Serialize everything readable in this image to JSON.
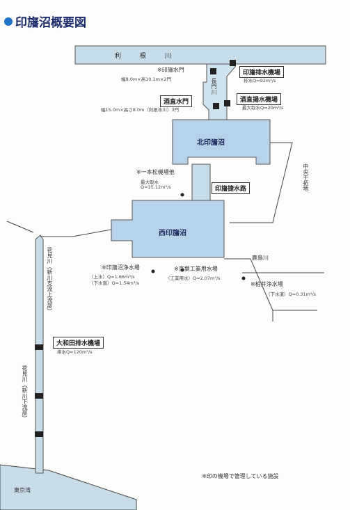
{
  "title": "印旛沼概要図",
  "rivers": {
    "tone": "利 根 川",
    "nagato": "長門川",
    "hanami_vertical": "花見川（新川支流上流部）",
    "hanami_lower": "花見川（新川下流部）",
    "kashima": "鹿島川",
    "nakachiba": "中央干拓地",
    "tokyo_bay": "東京湾"
  },
  "facilities": {
    "inba_sluice": {
      "label": "※印旛水門",
      "spec": "幅9.0m×高10.1m×2門"
    },
    "inba_pump": {
      "label": "印旛排水機場",
      "spec": "排水Q=92m³/s"
    },
    "sakai_sluice": {
      "label": "酒直水門",
      "spec": "幅15.0m×高さ8.0m（利根本川）3門"
    },
    "sakai_pump": {
      "label": "酒直揚水機場",
      "spec": "最大取水Q=20m³/s"
    },
    "north_pool": {
      "label": "北印旛沼"
    },
    "intake_channel": {
      "label": "印旛捷水路"
    },
    "ichimoto_pump": {
      "label": "※一本松機場他",
      "spec1": "最大取水",
      "spec2": "Q=15.12m³/s"
    },
    "west_pool": {
      "label": "西印旛沼"
    },
    "inba_water_plant": {
      "label": "※印旛沼浄水場",
      "spec1": "（上水）Q=1.66m³/s",
      "spec2": "（下水道）Q=1.54m³/s"
    },
    "kyoto_plant": {
      "label": "※京葉工業用水場",
      "spec": "（工業用水）Q=2.07m³/s"
    },
    "kashiwai_plant": {
      "label": "※柏井浄水場",
      "spec": "（下水道）Q=0.31m³/s"
    },
    "owada_pump": {
      "label": "大和田排水機場",
      "spec": "排水Q=120m³/s"
    }
  },
  "note": "※印の機場で管理している施設",
  "colors": {
    "water": "#cfe3ee",
    "pool": "#b7d3ea",
    "channel": "#c7dde9",
    "line": "#333333",
    "accent": "#1e74c8"
  }
}
